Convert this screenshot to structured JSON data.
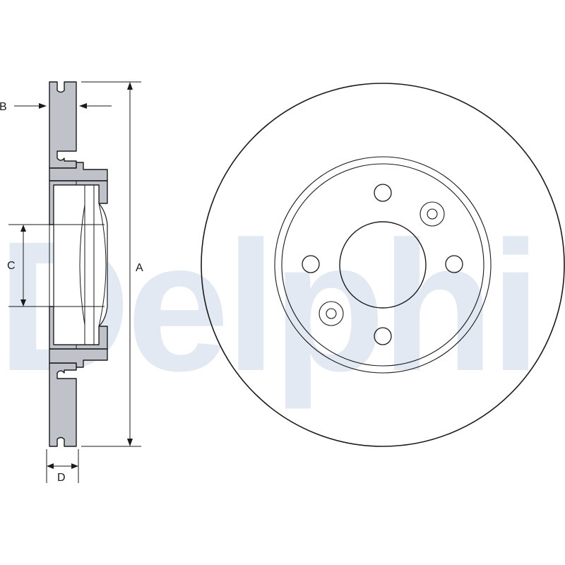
{
  "watermark": {
    "text": "Delphi",
    "color": "#e3e9f2"
  },
  "dimensions": {
    "a": "A",
    "b": "B",
    "c": "C",
    "d": "D"
  },
  "colors": {
    "line": "#1a1a1a",
    "section_fill": "#bfc2c8",
    "hub_fill": "#ffffff"
  }
}
